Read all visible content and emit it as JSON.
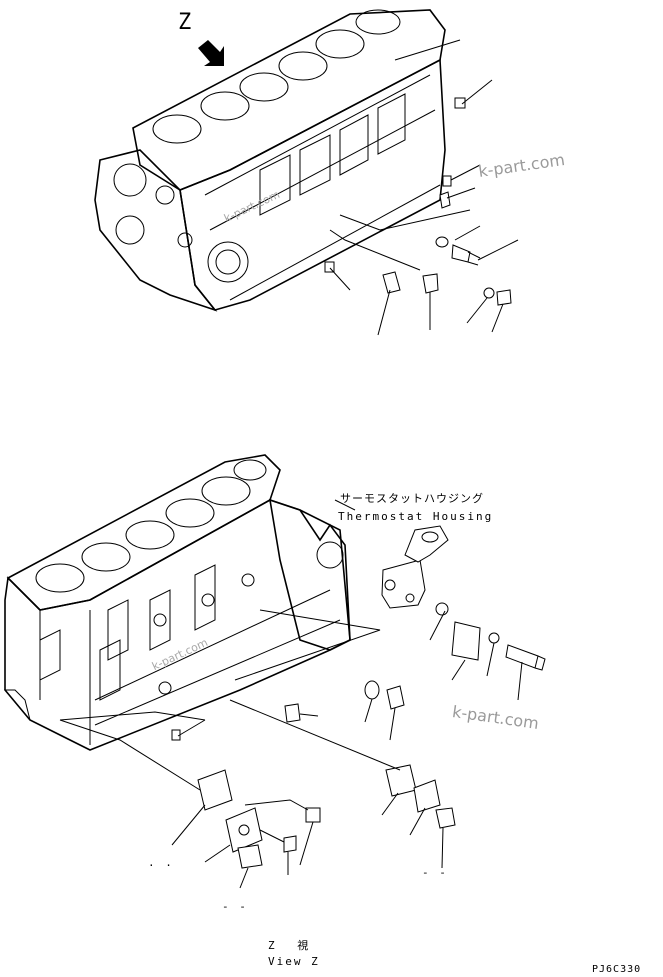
{
  "top_view": {
    "view_letter": "Z"
  },
  "bottom_view": {
    "callout_jp": "サーモスタットハウジング",
    "callout_en": "Thermostat Housing",
    "dash_left": "- -",
    "dash_bottom": "- -",
    "dash_right": "- -",
    "dot_mark": ". .",
    "view_caption_jp": "Z 視",
    "view_caption_en": "View Z"
  },
  "drawing_code": "PJ6C330",
  "watermarks": [
    "k-part.com",
    "k-part.com",
    "k-part.com",
    "k-part.com"
  ],
  "icons": {
    "arrow": "view-direction-arrow-icon"
  }
}
